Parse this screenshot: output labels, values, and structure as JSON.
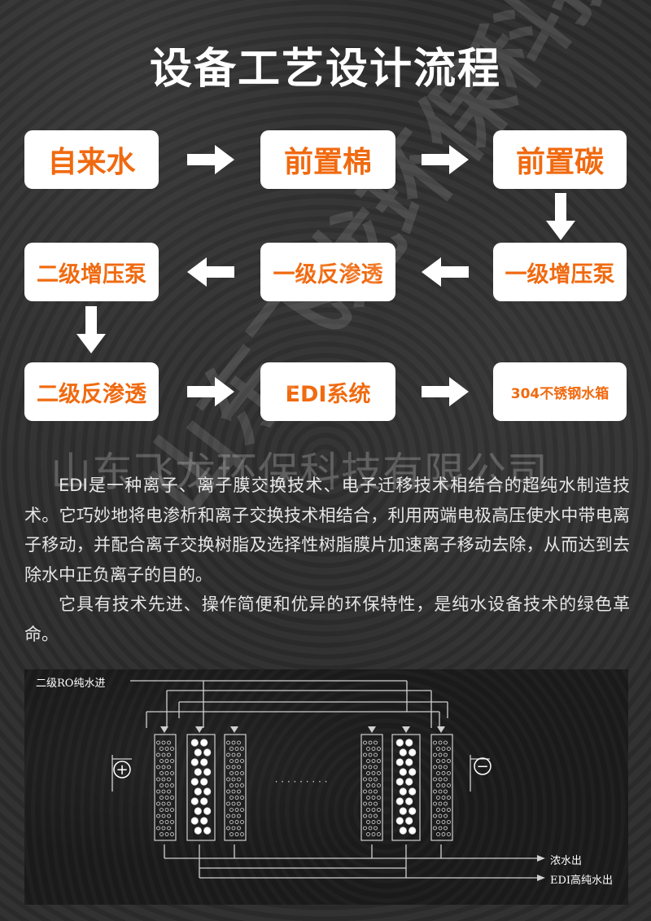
{
  "title": "设备工艺设计流程",
  "flow": {
    "steps": [
      "自来水",
      "前置棉",
      "前置碳",
      "一级增压泵",
      "一级反渗透",
      "二级增压泵",
      "二级反渗透",
      "EDI系统",
      "304不锈钢水箱"
    ]
  },
  "watermark": {
    "horizontal": "山东飞龙环保科技有限公司",
    "diagonal": "山东飞龙环保科技"
  },
  "description": {
    "paragraph1": "EDI是一种离子、离子膜交换技术、电子迁移技术相结合的超纯水制造技术。它巧妙地将电渗析和离子交换技术相结合，利用两端电极高压使水中带电离子移动，并配合离子交换树脂及选择性树脂膜片加速离子移动去除，从而达到去除水中正负离子的目的。",
    "paragraph2": "它具有技术先进、操作简便和优异的环保特性，是纯水设备技术的绿色革命。"
  },
  "diagram": {
    "inlet_label": "二级RO纯水进",
    "concentrate_out_label": "浓水出",
    "product_out_label": "EDI高纯水出",
    "positive_symbol": "+",
    "negative_symbol": "−",
    "ellipsis": "· · · · · · · · ·",
    "colors": {
      "line": "#cfcfcf",
      "background": "#1b1b1b"
    }
  },
  "colors": {
    "accent": "#f06a10",
    "box": "#ffffff",
    "text": "#ffffff"
  }
}
